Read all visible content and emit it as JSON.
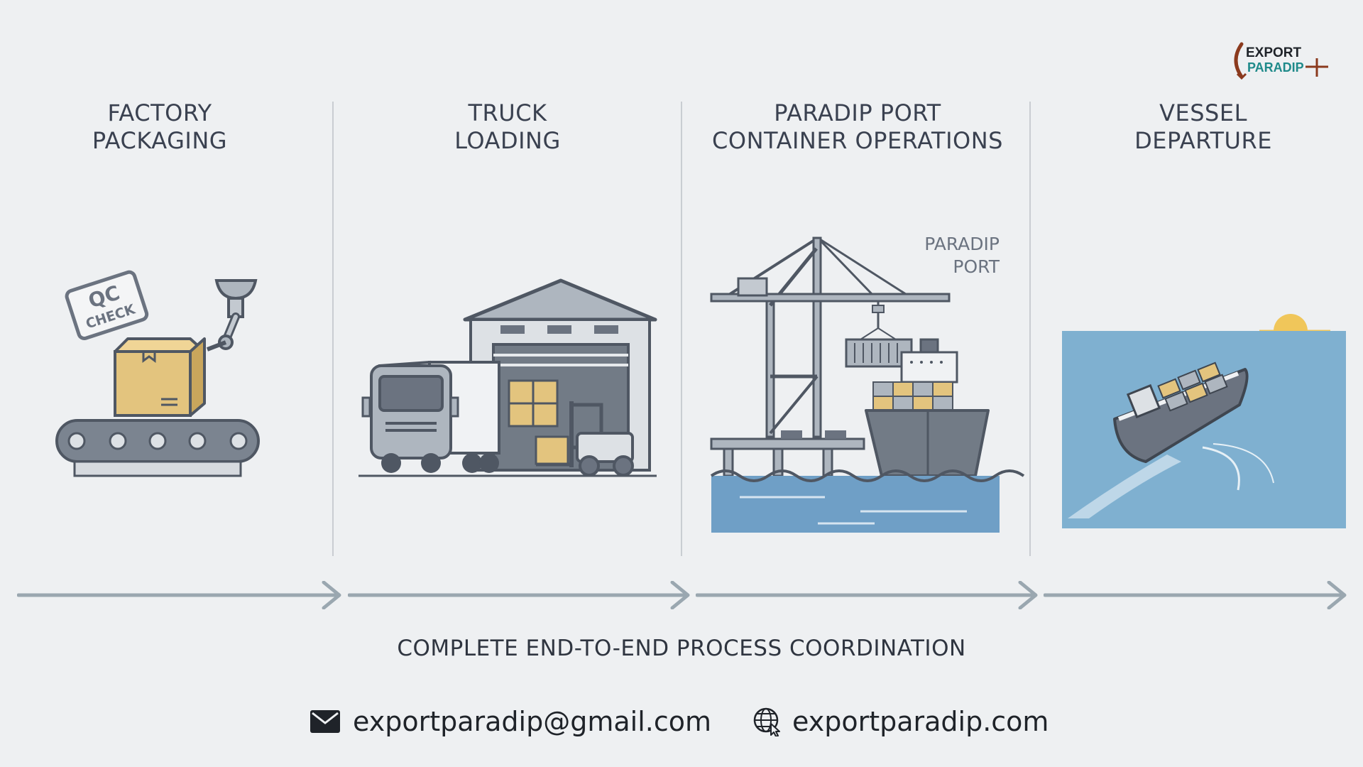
{
  "logo": {
    "line1": "EXPORT",
    "line2": "PARADIP"
  },
  "stages": [
    {
      "title_line1": "FACTORY",
      "title_line2": "PACKAGING",
      "illustration": "conveyor-box-robot-arm-icon",
      "stamp_line1": "QC",
      "stamp_line2": "CHECK"
    },
    {
      "title_line1": "TRUCK",
      "title_line2": "LOADING",
      "illustration": "truck-warehouse-forklift-icon"
    },
    {
      "title_line1": "PARADIP PORT",
      "title_line2": "CONTAINER OPERATIONS",
      "illustration": "crane-container-ship-icon",
      "sign_line1": "PARADIP",
      "sign_line2": "PORT"
    },
    {
      "title_line1": "VESSEL",
      "title_line2": "DEPARTURE",
      "illustration": "ship-at-sea-icon"
    }
  ],
  "tagline": "COMPLETE END-TO-END PROCESS COORDINATION",
  "contact": {
    "email": "exportparadip@gmail.com",
    "email_icon": "envelope-icon",
    "website": "exportparadip.com",
    "website_icon": "globe-icon"
  },
  "colors": {
    "background": "#eef0f2",
    "line": "#5b6470",
    "box": "#e3c47e",
    "sea": "#6f9fc6",
    "arrow": "#9aa7b0",
    "logo_brown": "#8b3a1e",
    "logo_teal": "#1f8a8a"
  }
}
